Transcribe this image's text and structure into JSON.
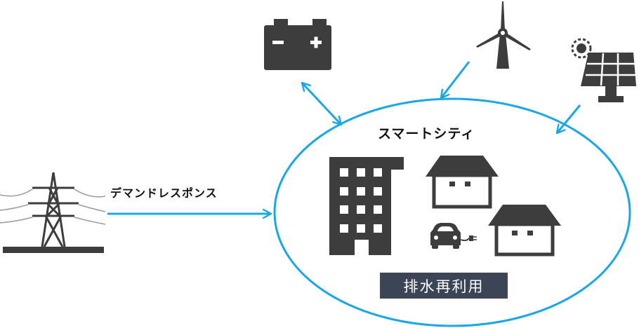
{
  "smart_city": {
    "title": "スマートシティ"
  },
  "demand_response": {
    "label": "デマンドレスポンス"
  },
  "water_reuse": {
    "label": "排水再利用"
  },
  "icons": {
    "battery": "battery-icon",
    "wind": "wind-turbine-icon",
    "solar": "solar-panel-icon",
    "tower": "transmission-tower-icon",
    "office": "office-building-icon",
    "house": "house-icon",
    "ev": "electric-car-icon"
  },
  "colors": {
    "accent": "#1aa7e8",
    "icon": "#3d3d3d",
    "label_bg": "#3c4555"
  }
}
